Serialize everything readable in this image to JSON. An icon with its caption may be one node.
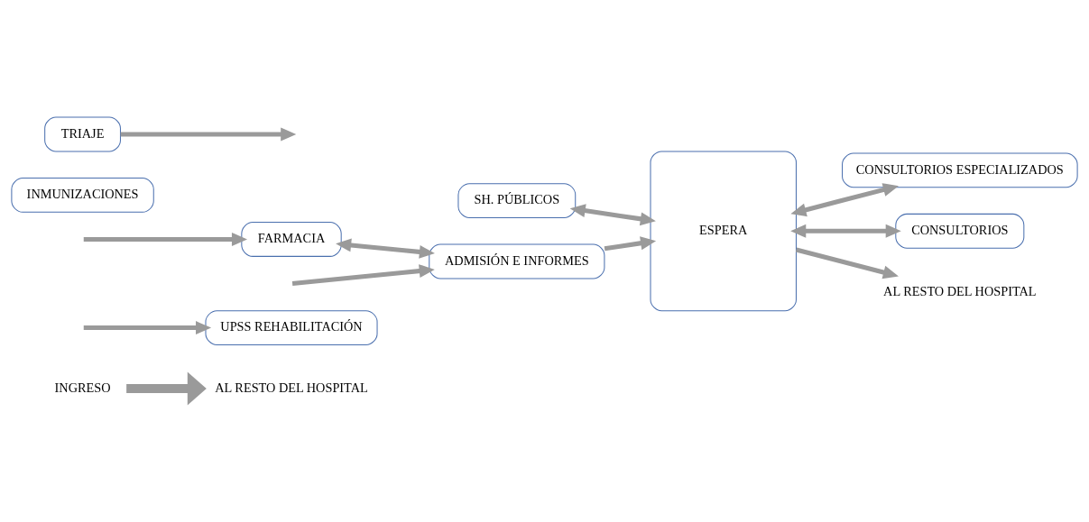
{
  "diagram": {
    "nodes": [
      {
        "text": [
          "INGRESO"
        ]
      },
      {
        "text": [
          "AL RESTO DEL HOSPITAL"
        ]
      },
      {
        "text": [
          "UPSS REHABILITACIÓN"
        ]
      },
      {
        "text": [
          "SH. PÚBLICOS"
        ]
      },
      {
        "text": [
          "INMUNIZACIONES"
        ]
      },
      {
        "text": [
          "FARMACIA"
        ]
      },
      {
        "text": [
          "TRIAJE"
        ]
      },
      {
        "text": [
          "ESPERA"
        ]
      },
      {
        "text": [
          "CONSULTORIOS ESPECIALIZADOS"
        ]
      },
      {
        "text": [
          "ADMISIÓN E INFORMES"
        ]
      },
      {
        "text": [
          "CONSULTORIOS"
        ]
      },
      {
        "text": [
          "AL RESTO DEL HOSPITAL"
        ]
      }
    ],
    "edges": [
      {
        "from": 0,
        "to": 1,
        "arrow": "to",
        "style": "thick"
      },
      {
        "from": null,
        "to": 2,
        "arrow": "to"
      },
      {
        "from": null,
        "to": 5,
        "arrow": "to"
      },
      {
        "from": null,
        "to": 9,
        "arrow": "to"
      },
      {
        "from": 5,
        "to": 9,
        "arrow": "both"
      },
      {
        "from": 6,
        "to": null,
        "arrow": "to"
      },
      {
        "from": 9,
        "to": 7,
        "arrow": "to"
      },
      {
        "from": 3,
        "to": 7,
        "arrow": "both"
      },
      {
        "from": 7,
        "to": 8,
        "arrow": "both"
      },
      {
        "from": 7,
        "to": 10,
        "arrow": "both"
      },
      {
        "from": 7,
        "to": 11,
        "arrow": "to"
      }
    ]
  }
}
